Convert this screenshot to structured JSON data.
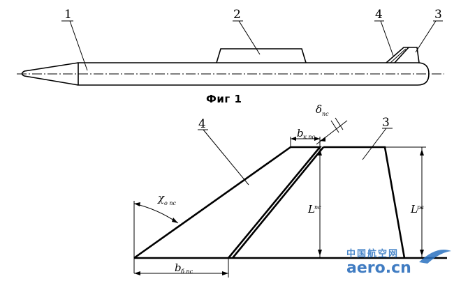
{
  "figure": {
    "caption": "Фиг 1",
    "part_labels": [
      "1",
      "2",
      "4",
      "3"
    ]
  },
  "wing_diagram": {
    "part_labels": [
      "4",
      "3"
    ],
    "dimensions": {
      "sweep_angle": {
        "symbol": "χ",
        "subscript": "о пс"
      },
      "root_chord": {
        "symbol": "b",
        "subscript": "б пс"
      },
      "tip_chord": {
        "symbol": "b",
        "subscript": "к пс"
      },
      "gap": {
        "symbol": "δ",
        "subscript": "пс"
      },
      "height_ps": {
        "symbol": "L",
        "subscript": "пс"
      },
      "height_ra": {
        "symbol": "L",
        "subscript": "ра"
      }
    }
  },
  "watermark": {
    "text_cn": "中国航空网",
    "text_en": "aero.cn",
    "brand_color": "#1f66b8"
  }
}
